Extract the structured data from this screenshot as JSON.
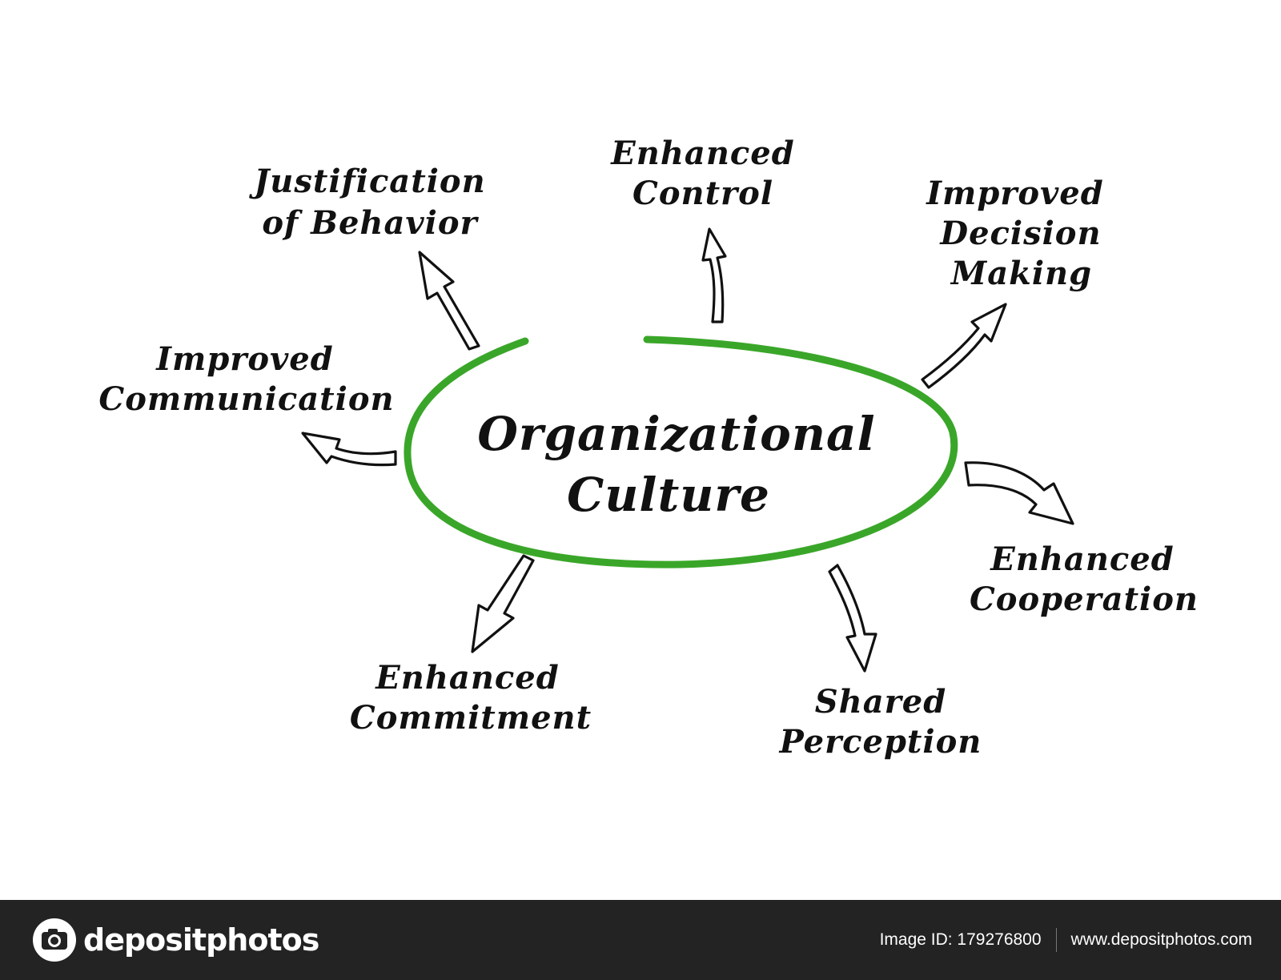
{
  "diagram": {
    "center": {
      "line1": "Organizational",
      "line2": "Culture"
    },
    "nodes": {
      "justification": {
        "line1": "Justification",
        "line2": "of Behavior"
      },
      "control": {
        "line1": "Enhanced",
        "line2": "Control"
      },
      "decision": {
        "line1": "Improved",
        "line2": "Decision",
        "line3": "Making"
      },
      "communication": {
        "line1": "Improved",
        "line2": "Communication"
      },
      "cooperation": {
        "line1": "Enhanced",
        "line2": "Cooperation"
      },
      "commitment": {
        "line1": "Enhanced",
        "line2": "Commitment"
      },
      "perception": {
        "line1": "Shared",
        "line2": "Perception"
      }
    },
    "colors": {
      "ring": "#3aa629",
      "ink": "#111111"
    }
  },
  "footer": {
    "brand": "depositphotos",
    "image_id": "Image ID: 179276800",
    "website": "www.depositphotos.com",
    "background": "#232323"
  }
}
